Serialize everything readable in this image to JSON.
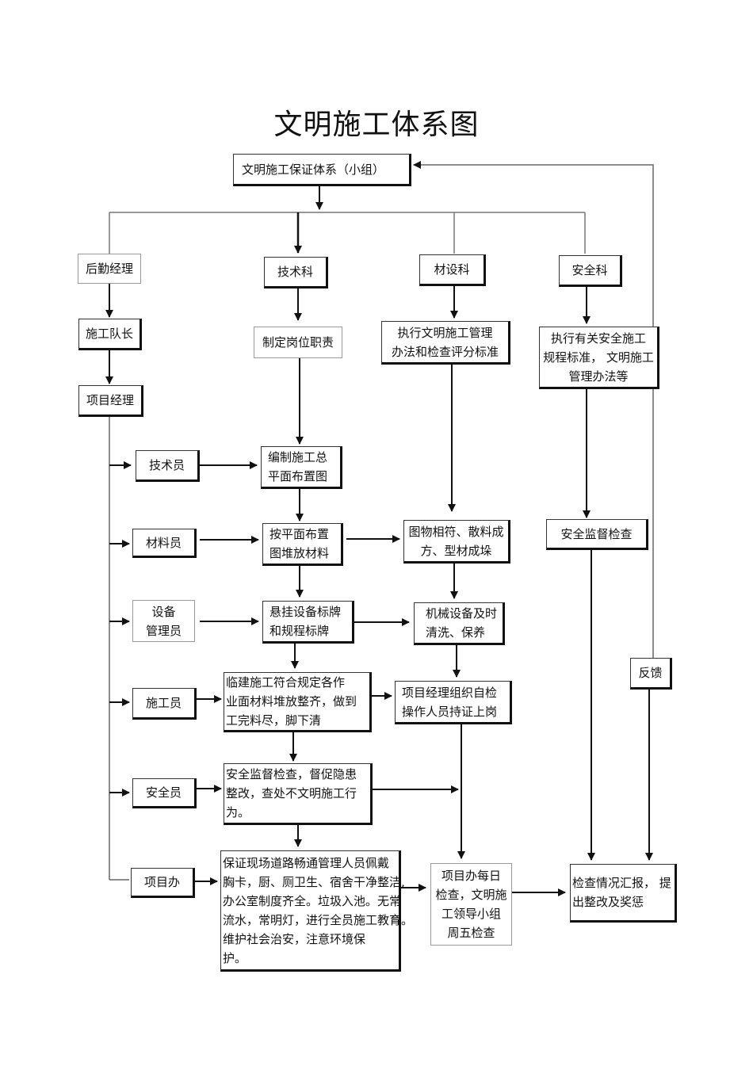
{
  "title": "文明施工体系图",
  "top": {
    "lines": [
      "文明施工保证体系（小组）"
    ]
  },
  "departments": {
    "logistics": {
      "lines": [
        "后勤经理"
      ]
    },
    "tech": {
      "lines": [
        "技术科"
      ]
    },
    "material": {
      "lines": [
        "材设科"
      ]
    },
    "safety": {
      "lines": [
        "安全科"
      ]
    }
  },
  "logistics_chain": {
    "captain": {
      "lines": [
        "施工队长"
      ]
    },
    "pm": {
      "lines": [
        "项目经理"
      ]
    }
  },
  "tech_chain": {
    "duty": {
      "lines": [
        "制定岗位职责"
      ]
    },
    "layout_plan": {
      "lines": [
        "编制施工总",
        "平面布置图"
      ]
    },
    "stack": {
      "lines": [
        "按平面布置",
        "图堆放材料"
      ]
    },
    "signs": {
      "lines": [
        "悬挂设备标牌",
        "和规程标牌"
      ]
    },
    "temp": {
      "lines": [
        "临建施工符合规定各作",
        "业面材料堆放整齐，做到",
        "工完料尽，脚下清"
      ]
    },
    "supervise": {
      "lines": [
        "安全监督检查，督促隐患",
        "整改，查处不文明施工行",
        "为。"
      ]
    },
    "road": {
      "lines": [
        "保证现场道路畅通管理人员佩戴",
        "胸卡，厨、厕卫生、宿舍干净整洁,",
        "办公室制度齐全。垃圾入池。无常",
        "流水，常明灯，进行全员施工教育。",
        "维护社会治安，注意环境保",
        "护。"
      ]
    }
  },
  "material_chain": {
    "execute": {
      "lines": [
        "执行文明施工管理",
        "办法和检查评分标准"
      ]
    },
    "match": {
      "lines": [
        "图物相符、散料成",
        "方、型材成垛"
      ]
    },
    "clean": {
      "lines": [
        "机械设备及时",
        "清洗、保养"
      ]
    },
    "pm_check": {
      "lines": [
        "项目经理组织自检",
        "操作人员持证上岗"
      ]
    },
    "daily": {
      "lines": [
        "项目办每日",
        "检查，文明施",
        "工领导小组",
        "周五检查"
      ]
    }
  },
  "safety_chain": {
    "execute": {
      "lines": [
        "执行有关安全施工",
        "规程标准，  文明施工",
        "管理办法等"
      ]
    },
    "inspect": {
      "lines": [
        "安全监督检查"
      ]
    },
    "feedback": {
      "lines": [
        "反馈"
      ]
    },
    "report": {
      "lines": [
        "检查情况汇报，  提",
        "出整改及奖惩"
      ]
    }
  },
  "staff": {
    "tech": {
      "lines": [
        "技术员"
      ]
    },
    "material": {
      "lines": [
        "材料员"
      ]
    },
    "equipment": {
      "lines": [
        "设备",
        "管理员"
      ]
    },
    "construction": {
      "lines": [
        "施工员"
      ]
    },
    "safety": {
      "lines": [
        "安全员"
      ]
    },
    "office": {
      "lines": [
        "项目办"
      ]
    }
  }
}
